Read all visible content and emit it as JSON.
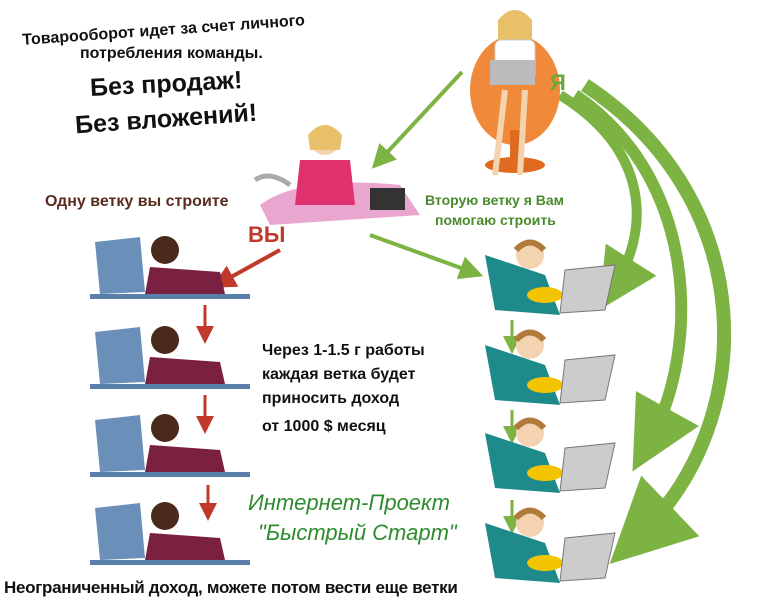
{
  "header": {
    "line1": "Товарооборот идет за счет личного",
    "line2": "потребления команды.",
    "slogan1": "Без продаж!",
    "slogan2": "Без вложений!"
  },
  "labels": {
    "left_branch": "Одну ветку вы строите",
    "you": "ВЫ",
    "me": "Я",
    "right_branch_1": "Вторую ветку я Вам",
    "right_branch_2": "помогаю строить"
  },
  "income": {
    "line1": "Через  1-1.5 г работы",
    "line2": "каждая ветка будет",
    "line3": "приносить доход",
    "line4": "от 1000 $ месяц"
  },
  "project": {
    "line1": "Интернет-Проект",
    "line2": "\"Быстрый Старт\""
  },
  "footer": "Неограниченный доход, можете потом  вести еще ветки",
  "colors": {
    "green": "#6aa83a",
    "red": "#c0392b",
    "dark_red": "#a0352c",
    "project_green": "#2e8b2e"
  }
}
